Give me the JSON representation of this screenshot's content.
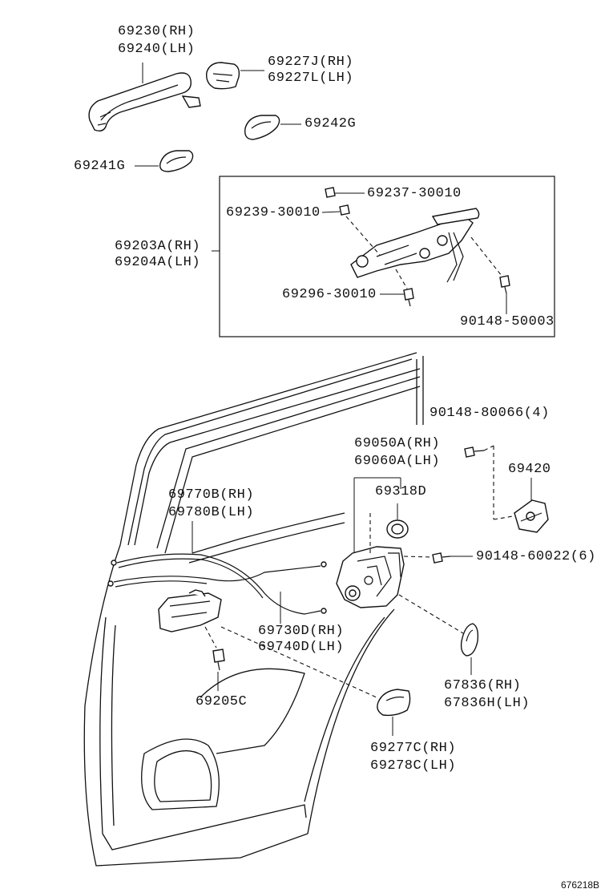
{
  "labels": {
    "p69230": "69230(RH)",
    "p69240": "69240(LH)",
    "p69227j": "69227J(RH)",
    "p69227l": "69227L(LH)",
    "p69242g": "69242G",
    "p69241g": "69241G",
    "p69237": "69237-30010",
    "p69239": "69239-30010",
    "p69203a": "69203A(RH)",
    "p69204a": "69204A(LH)",
    "p69296": "69296-30010",
    "p90148_50003": "90148-50003",
    "p90148_80066": "90148-80066(4)",
    "p69050a": "69050A(RH)",
    "p69060a": "69060A(LH)",
    "p69420": "69420",
    "p69318d": "69318D",
    "p69770b": "69770B(RH)",
    "p69780b": "69780B(LH)",
    "p90148_60022": "90148-60022(6)",
    "p69730d": "69730D(RH)",
    "p69740d": "69740D(LH)",
    "p69205c": "69205C",
    "p67836": "67836(RH)",
    "p67836h": "67836H(LH)",
    "p69277c": "69277C(RH)",
    "p69278c": "69278C(LH)"
  },
  "figure_id": "676218B"
}
